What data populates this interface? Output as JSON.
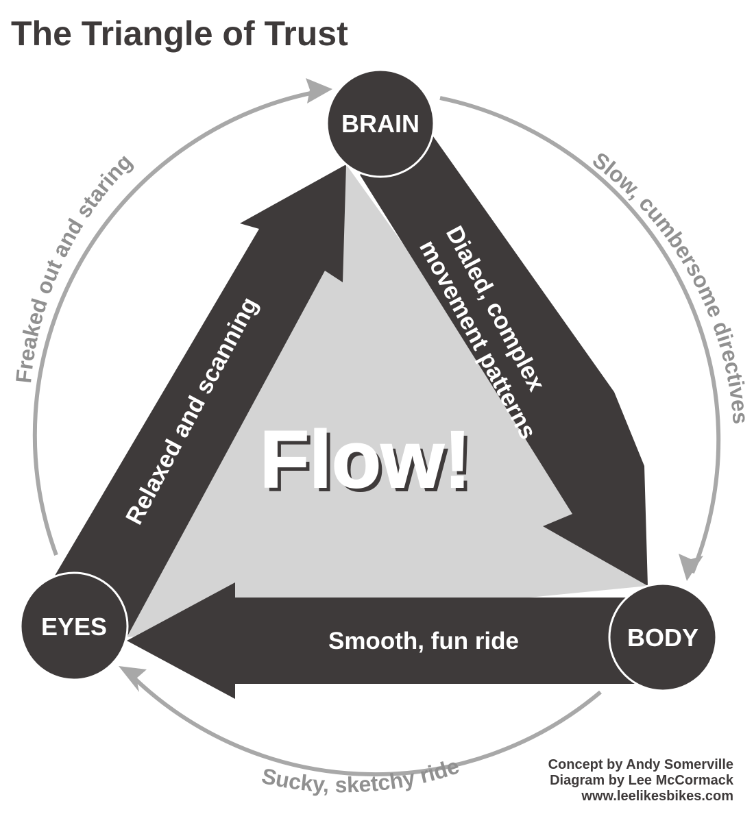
{
  "title": "The Triangle of Trust",
  "center_label": "Flow!",
  "nodes": {
    "brain": "BRAIN",
    "body": "BODY",
    "eyes": "EYES"
  },
  "inner_arrows": {
    "brain_to_body": [
      "Dialed, complex",
      "movement patterns"
    ],
    "body_to_eyes": "Smooth, fun ride",
    "eyes_to_brain": "Relaxed and scanning"
  },
  "outer_arrows": {
    "eyes_to_brain": "Freaked out and staring",
    "brain_to_body": "Slow, cumbersome directives",
    "body_to_eyes": "Sucky, sketchy ride"
  },
  "credits": [
    "Concept by Andy Somerville",
    "Diagram by Lee McCormack",
    "www.leelikesbikes.com"
  ],
  "colors": {
    "dark": "#3e3a3a",
    "triangle_fill": "#d4d4d4",
    "outer_arrow": "#a8a8a8",
    "outer_text": "#909090",
    "white": "#ffffff"
  }
}
